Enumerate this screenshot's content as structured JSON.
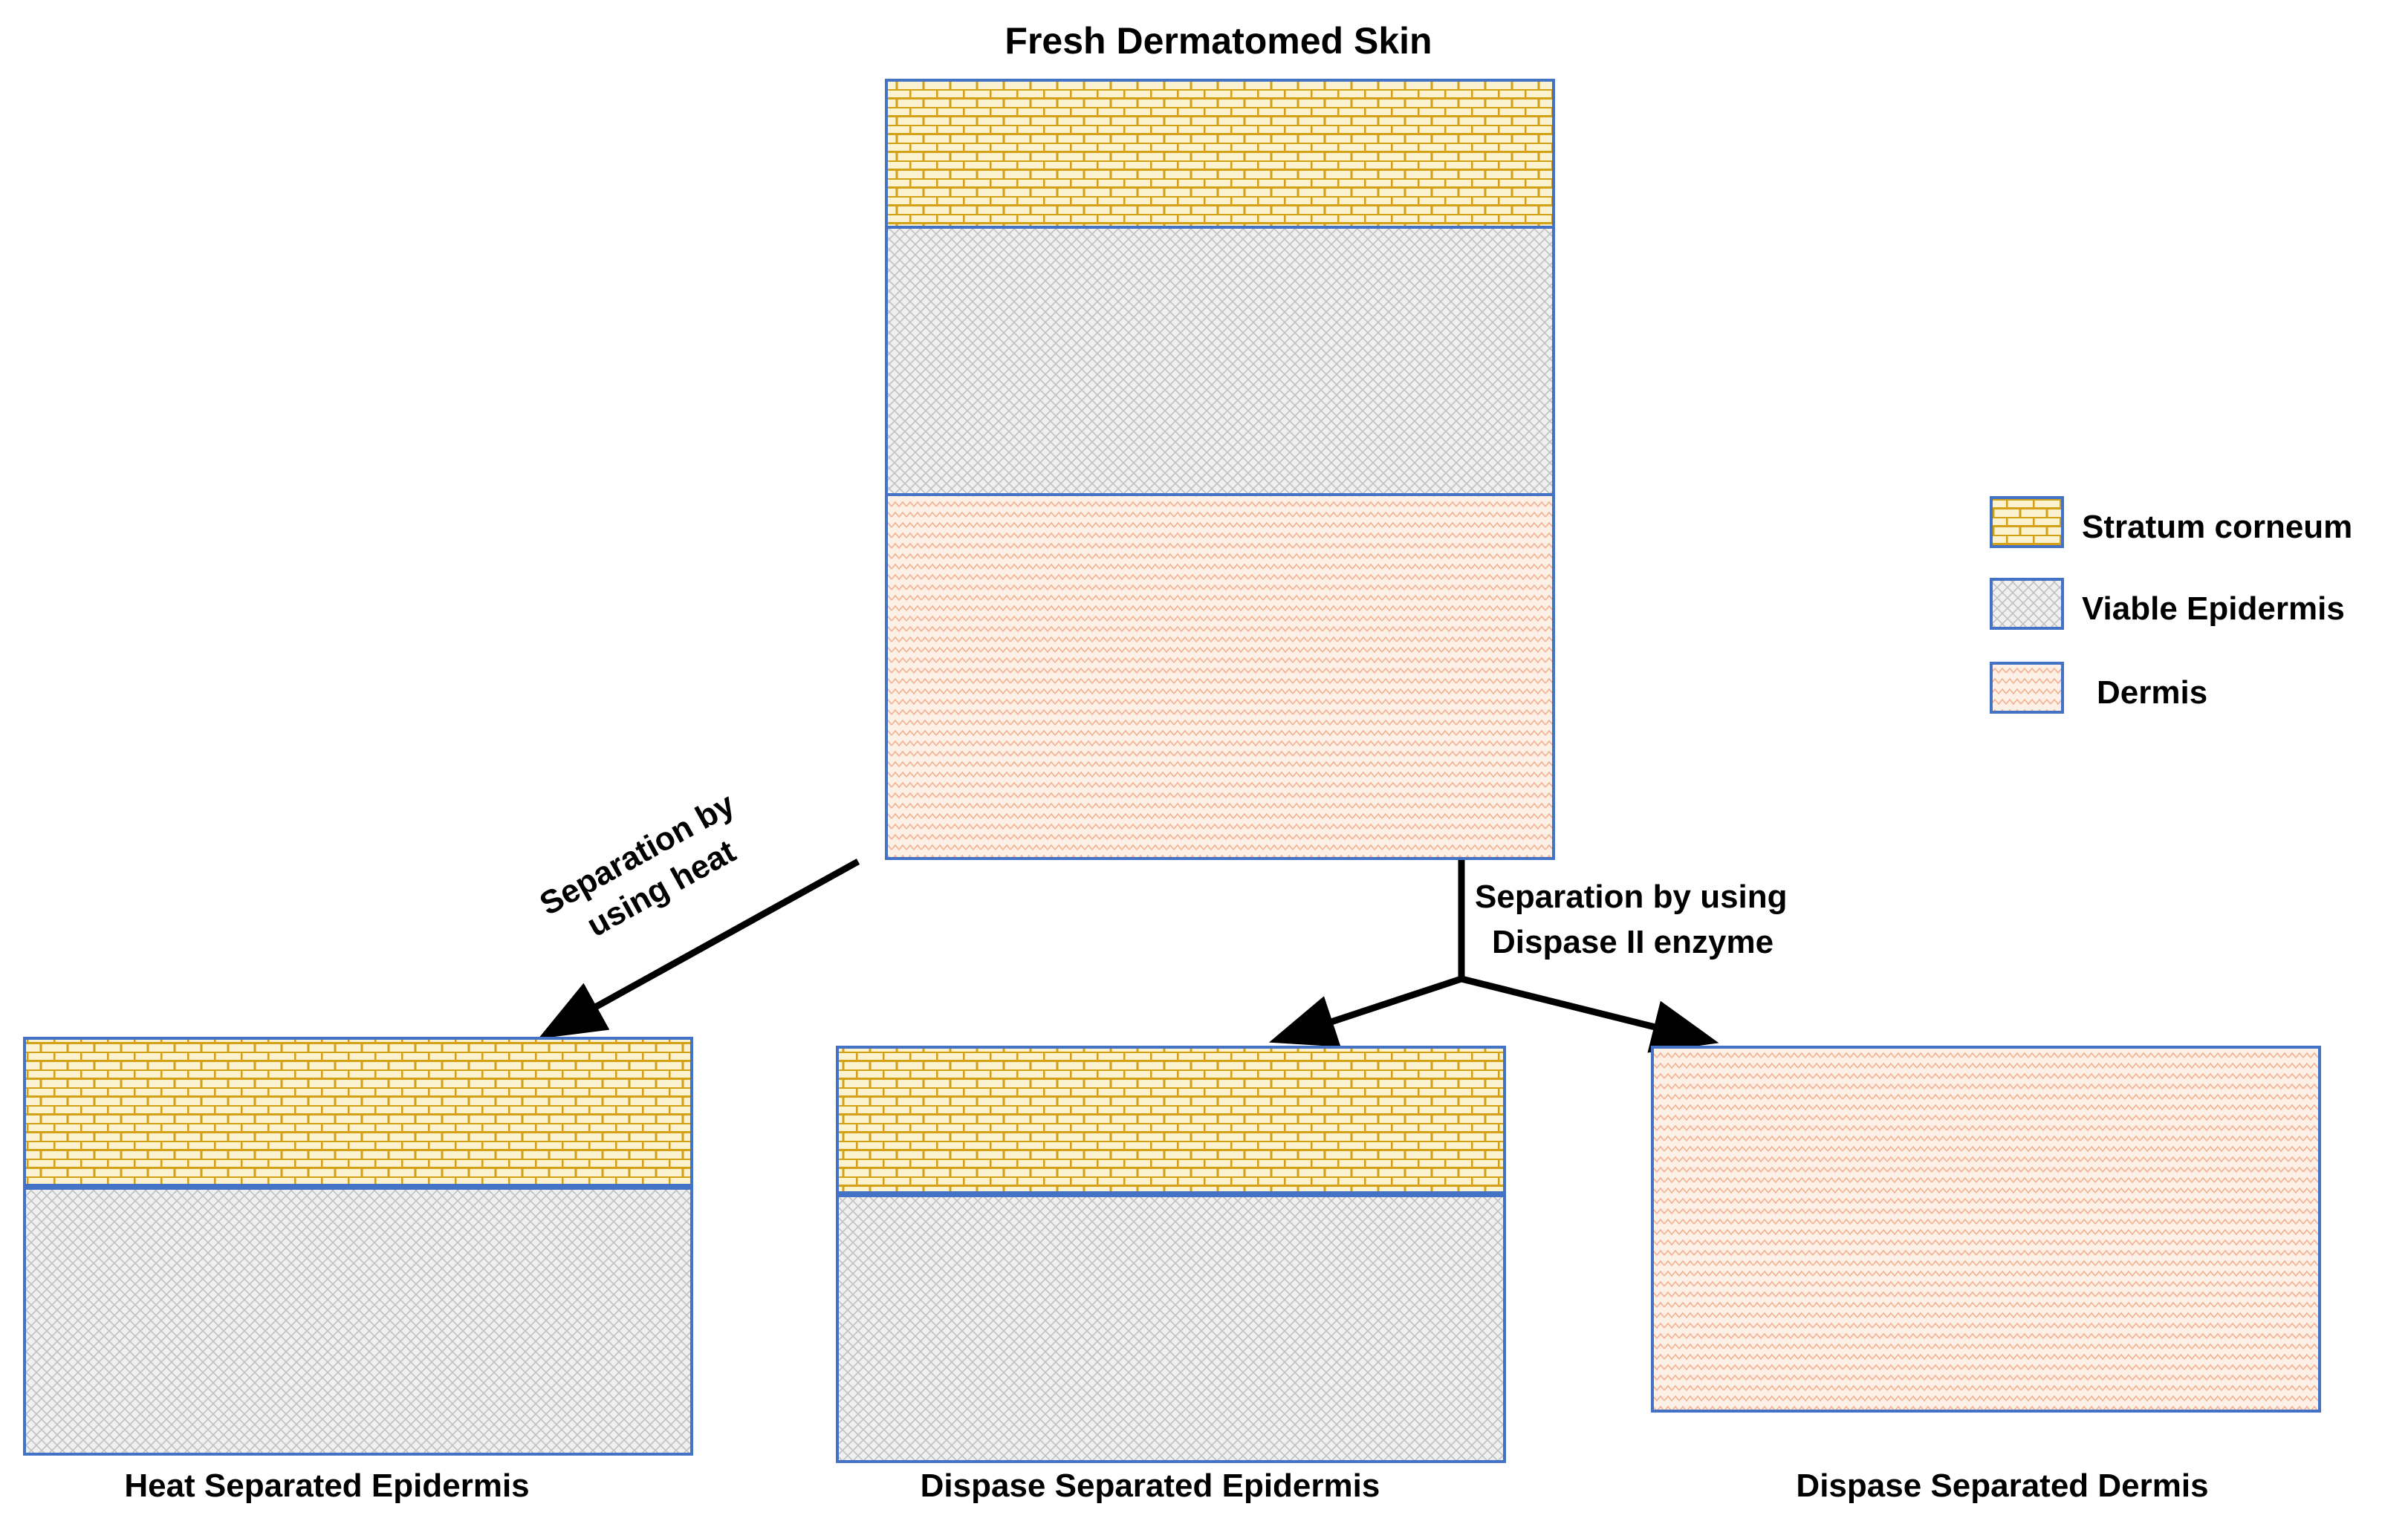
{
  "title": "Fresh Dermatomed Skin",
  "branches": {
    "heat": {
      "label_line1": "Separation by",
      "label_line2": "using heat"
    },
    "dispase": {
      "label_line1": "Separation by using",
      "label_line2": "Dispase II enzyme"
    }
  },
  "samples": {
    "heat_epidermis": "Heat Separated Epidermis",
    "dispase_epidermis": "Dispase Separated Epidermis",
    "dispase_dermis": "Dispase Separated Dermis"
  },
  "legend": {
    "items": [
      {
        "label": "Stratum corneum",
        "color": "#d4a017"
      },
      {
        "label": "Viable Epidermis",
        "color": "#c8c8c8"
      },
      {
        "label": "Dermis",
        "color": "#f4a582"
      }
    ]
  },
  "colors": {
    "outline": "#4472c4",
    "sc_fill": "#fbf3d0",
    "sc_lines": "#d4a017",
    "ve_fill": "#efefef",
    "ve_lines": "#bdbdbd",
    "dermis_fill": "#fdeee4",
    "dermis_lines": "#f2b08f",
    "arrow": "#000000"
  }
}
